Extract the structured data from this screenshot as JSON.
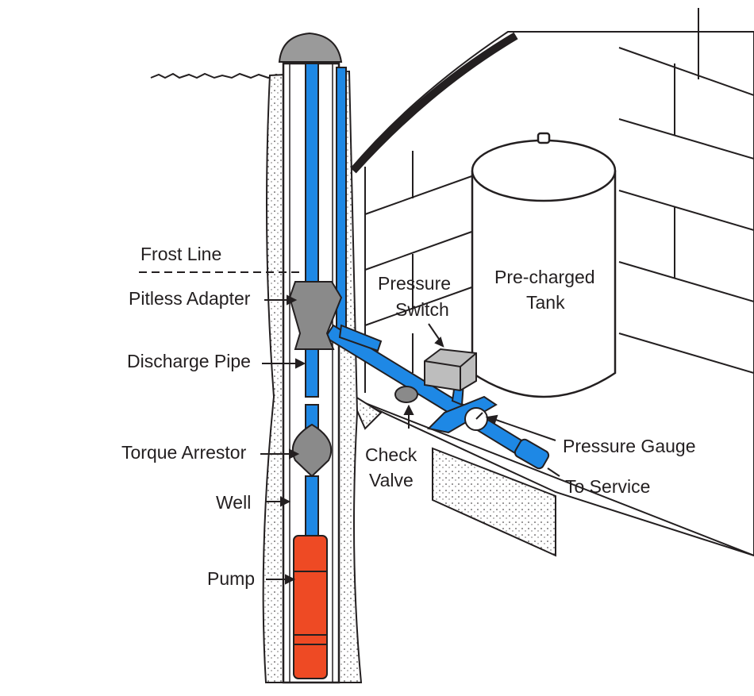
{
  "labels": {
    "frost_line": "Frost Line",
    "pitless_adapter": "Pitless Adapter",
    "discharge_pipe": "Discharge Pipe",
    "torque_arrestor": "Torque Arrestor",
    "well": "Well",
    "pump": "Pump",
    "pressure_switch_1": "Pressure",
    "pressure_switch_2": "Switch",
    "tank_1": "Pre-charged",
    "tank_2": "Tank",
    "check_valve_1": "Check",
    "check_valve_2": "Valve",
    "pressure_gauge": "Pressure Gauge",
    "to_service": "To Service"
  },
  "colors": {
    "pipe": "#1e88e5",
    "pump": "#ee4a24",
    "ink": "#231f20",
    "stipple": "#f4f4f4",
    "fitting": "#8a8a8a"
  }
}
